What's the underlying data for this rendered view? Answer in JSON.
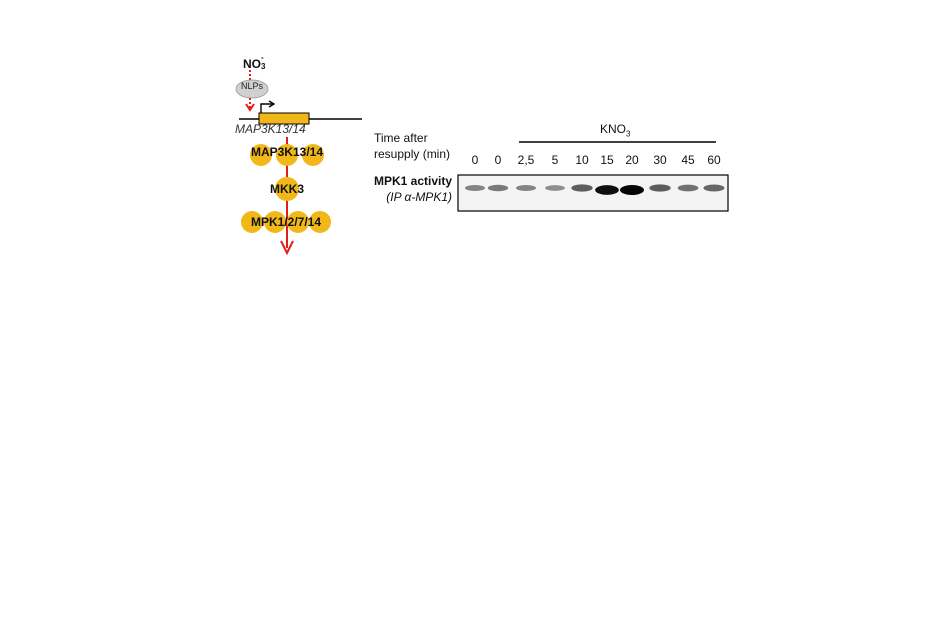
{
  "pathway": {
    "signal": "NO",
    "signal_sub": "3",
    "signal_sup": "-",
    "regulator": "NLPs",
    "gene": "MAP3K13/14",
    "kinases": [
      "MAP3K13/14",
      "MKK3",
      "MPK1/2/7/14"
    ],
    "node_color": "#f2b81a",
    "arrow_color": "#e21d1d"
  },
  "blot": {
    "time_label_line1": "Time after",
    "time_label_line2": "resupply  (min)",
    "treatment": "KNO",
    "treatment_sub": "3",
    "timepoints": [
      "0",
      "0",
      "2,5",
      "5",
      "10",
      "15",
      "20",
      "30",
      "45",
      "60"
    ],
    "band_intensity": [
      0.35,
      0.4,
      0.35,
      0.3,
      0.55,
      0.95,
      1.0,
      0.55,
      0.45,
      0.5
    ],
    "activity_label": "MPK1 activity",
    "assay_label": "(IP α-MPK1)"
  }
}
